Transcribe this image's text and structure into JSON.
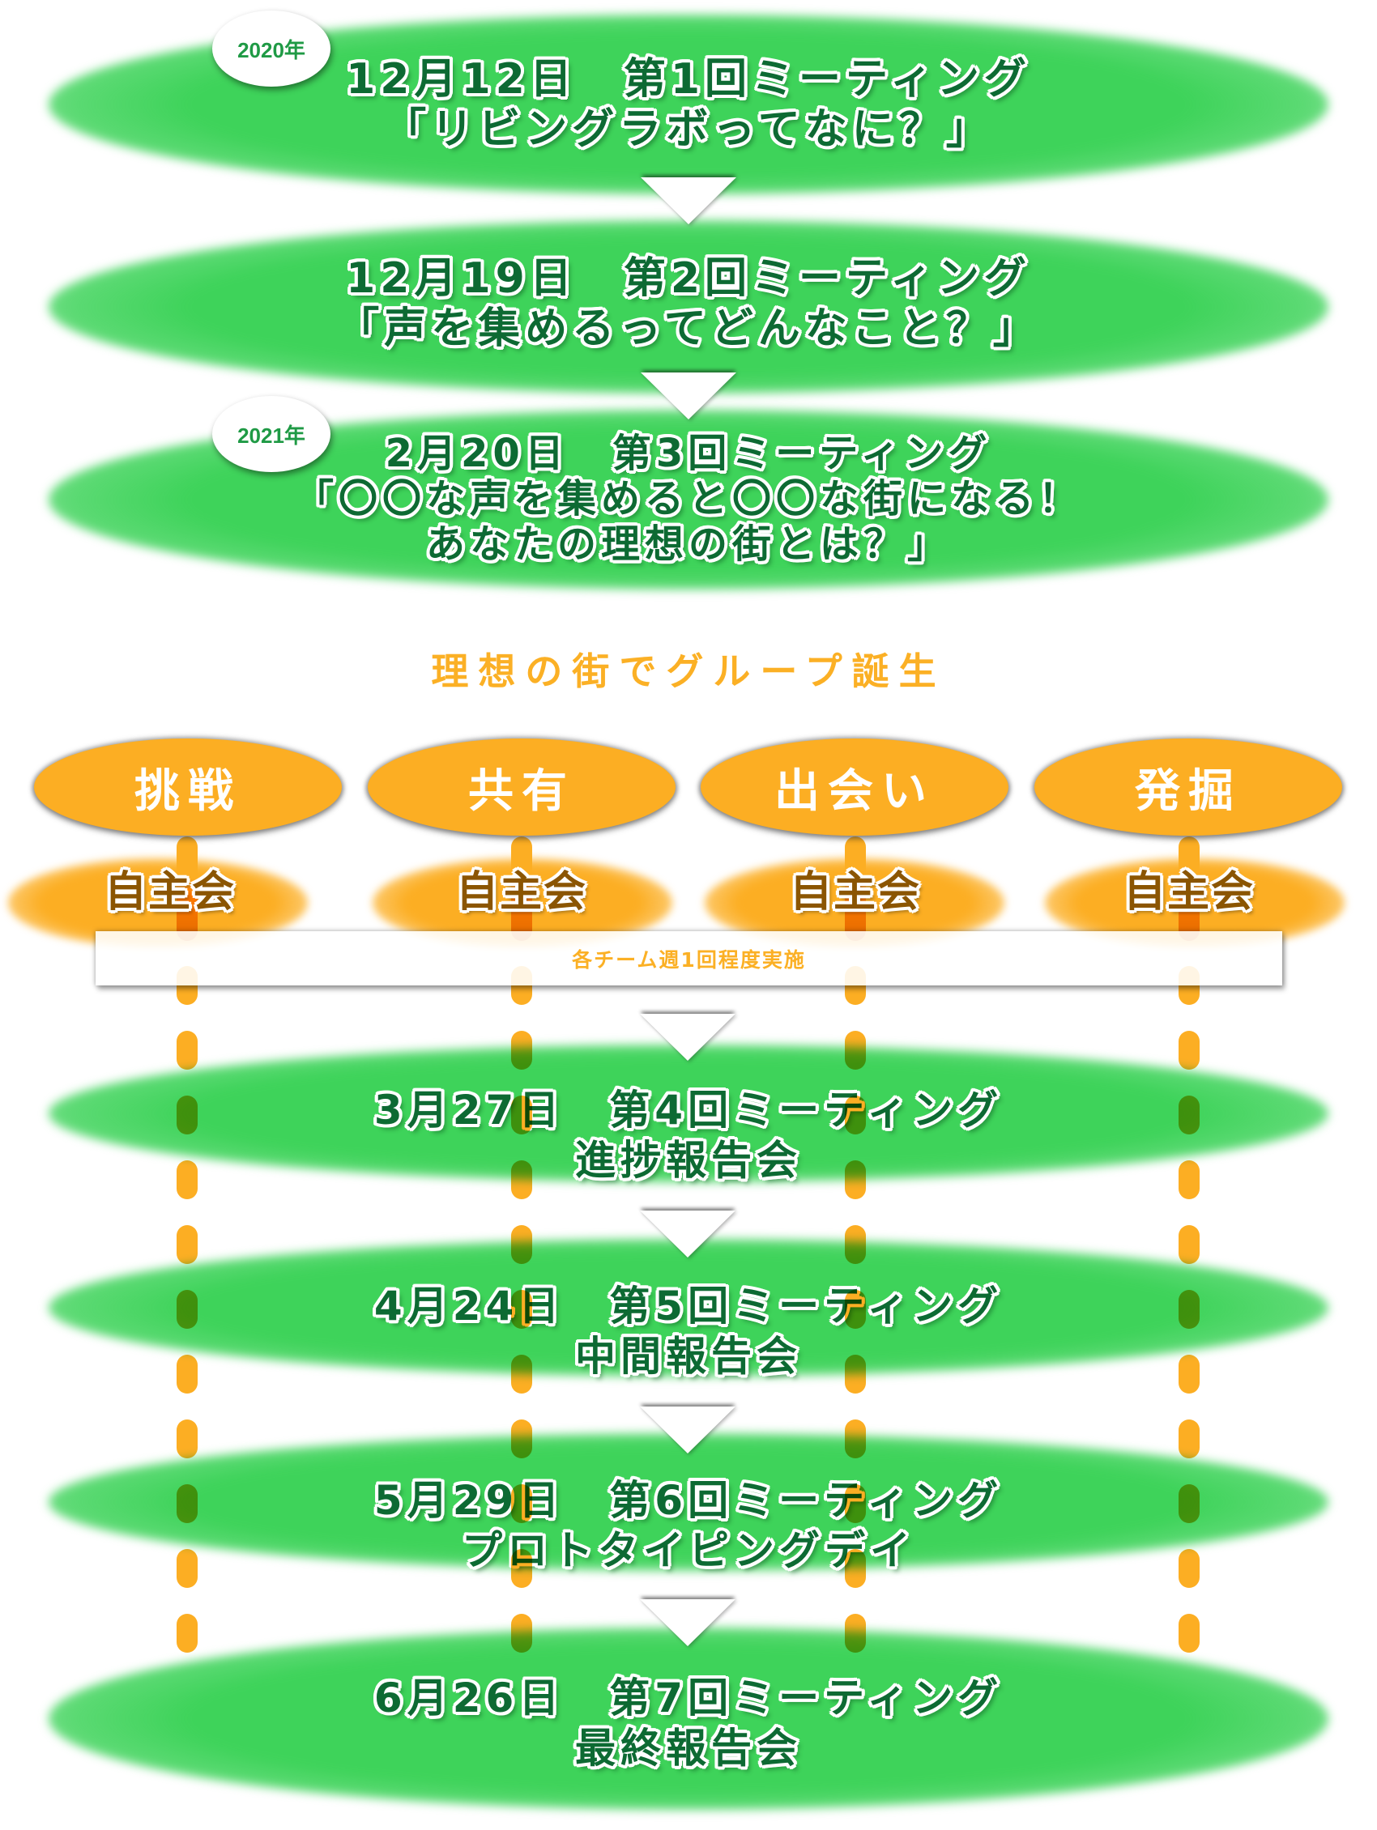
{
  "years": [
    {
      "label": "2020年"
    },
    {
      "label": "2021年"
    }
  ],
  "meetings": [
    {
      "date": "12月12日",
      "title": "第1回ミーティング",
      "lines": [
        "「リビングラボってなに？」"
      ]
    },
    {
      "date": "12月19日",
      "title": "第2回ミーティング",
      "lines": [
        "「声を集めるってどんなこと？」"
      ]
    },
    {
      "date": "2月20日",
      "title": "第3回ミーティング",
      "lines": [
        "「〇〇な声を集めると〇〇な街になる！",
        "あなたの理想の街とは？」"
      ]
    },
    {
      "date": "3月27日",
      "title": "第4回ミーティング",
      "lines": [
        "進捗報告会"
      ]
    },
    {
      "date": "4月24日",
      "title": "第5回ミーティング",
      "lines": [
        "中間報告会"
      ]
    },
    {
      "date": "5月29日",
      "title": "第6回ミーティング",
      "lines": [
        "プロトタイピングデイ"
      ]
    },
    {
      "date": "6月26日",
      "title": "第7回ミーティング",
      "lines": [
        "最終報告会"
      ]
    }
  ],
  "section_title": "理想の街でグループ誕生",
  "groups": [
    {
      "name": "挑戦",
      "activity": "自主会"
    },
    {
      "name": "共有",
      "activity": "自主会"
    },
    {
      "name": "出会い",
      "activity": "自主会"
    },
    {
      "name": "発掘",
      "activity": "自主会"
    }
  ],
  "notice": "各チーム週1回程度実施",
  "colors": {
    "meeting_green": "#3ed35a",
    "meeting_text": "#0d6a33",
    "year_text": "#1f9a45",
    "group_orange": "#fcae23",
    "activity_text": "#8b5502",
    "title_orange": "#fbb025"
  }
}
